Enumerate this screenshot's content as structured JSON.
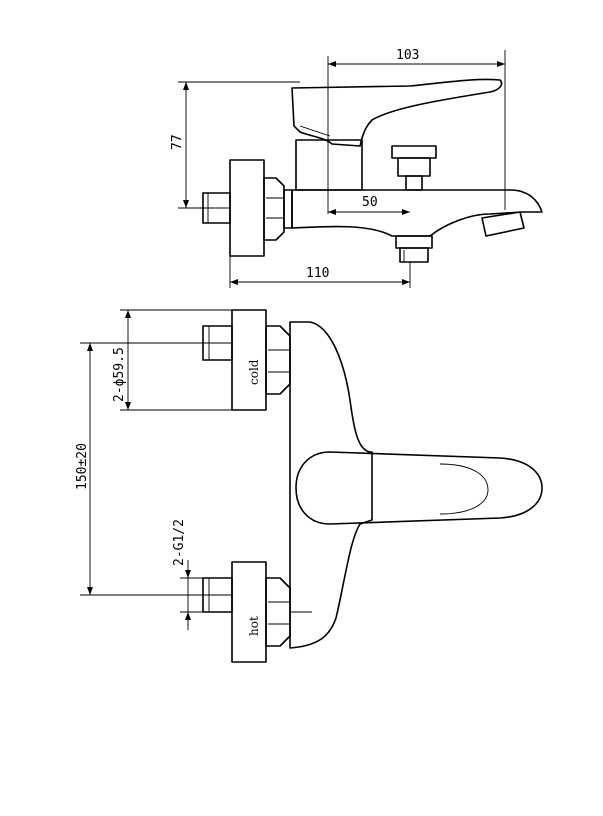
{
  "dimensions": {
    "width_top": "103",
    "height_top": "77",
    "spout_offset": "50",
    "depth_bottom": "110",
    "hole_diameter": "2-ϕ59.5",
    "center_distance": "150±20",
    "thread": "2-G1/2"
  },
  "labels": {
    "cold": "cold",
    "hot": "hot"
  }
}
